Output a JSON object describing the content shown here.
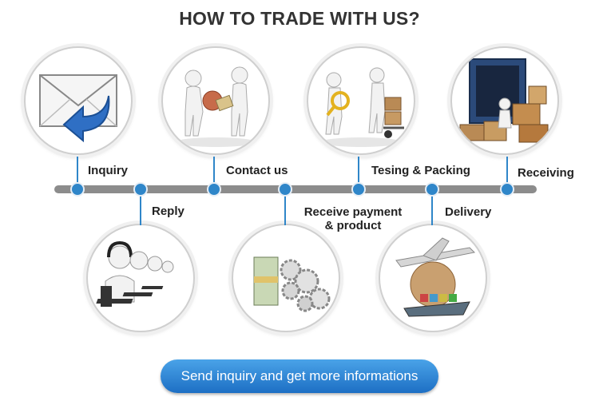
{
  "title": "HOW TO TRADE WITH US?",
  "steps": {
    "inquiry": "Inquiry",
    "reply": "Reply",
    "contact": "Contact us",
    "payment_line1": "Receive payment",
    "payment_line2": "& product",
    "testing": "Tesing & Packing",
    "delivery": "Delivery",
    "receiving": "Receiving"
  },
  "cta": "Send inquiry and get more informations",
  "colors": {
    "accent": "#2f86c9",
    "timeline": "#8c8c8c",
    "button": "#1d6fc4"
  },
  "icons": [
    "envelope-reply-icon",
    "call-center-icon",
    "handshake-icon",
    "money-gears-icon",
    "inspection-cart-icon",
    "plane-ship-globe-icon",
    "container-boxes-icon"
  ]
}
